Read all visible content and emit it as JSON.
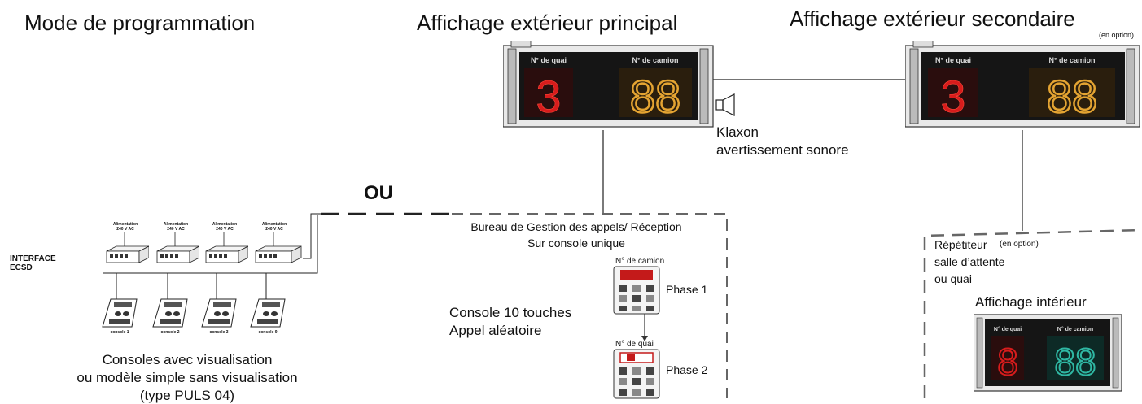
{
  "titles": {
    "programming_mode": "Mode de programmation",
    "main_display": "Affichage extérieur principal",
    "secondary_display": "Affichage extérieur secondaire",
    "secondary_optional": "(en option)"
  },
  "main_display": {
    "dock_label": "N° de quai",
    "truck_label": "N° de camion",
    "dock_digit": "3",
    "truck_digits": "88"
  },
  "secondary_display": {
    "dock_label": "N° de quai",
    "truck_label": "N° de camion",
    "dock_digit": "3",
    "truck_digits": "88"
  },
  "horn": {
    "line1": "Klaxon",
    "line2": "avertissement sonore"
  },
  "or_label": "OU",
  "interface": {
    "line1": "INTERFACE",
    "line2": "ECSD",
    "power_label_1": "Alimentation",
    "power_label_2": "240 V AC",
    "consoles": [
      "console 1",
      "console 2",
      "console 3",
      "console 9"
    ]
  },
  "consoles_caption": {
    "line1": "Consoles avec visualisation",
    "line2": "ou modèle simple sans visualisation",
    "line3": "(type PULS 04)"
  },
  "office": {
    "line1": "Bureau de Gestion des appels/ Réception",
    "line2": "Sur console unique"
  },
  "console10": {
    "line1": "Console 10 touches",
    "line2": "Appel aléatoire",
    "truck_num": "N° de camion",
    "dock_num": "N° de quai",
    "phase1": "Phase 1",
    "phase2": "Phase 2"
  },
  "repeater": {
    "line1": "Répétiteur",
    "optional": "(en option)",
    "line2": "salle d’attente",
    "line3": "ou quai"
  },
  "interior_display": {
    "title": "Affichage intérieur",
    "dock_label": "N° de quai",
    "truck_label": "N° de camion",
    "dock_digit": "8",
    "truck_digits": "88"
  },
  "colors": {
    "digit_red": "#d81c1c",
    "digit_orange": "#e4a432",
    "digit_teal": "#2fb8a4",
    "panel_dark": "#151515",
    "frame": "#e9e9e9"
  }
}
